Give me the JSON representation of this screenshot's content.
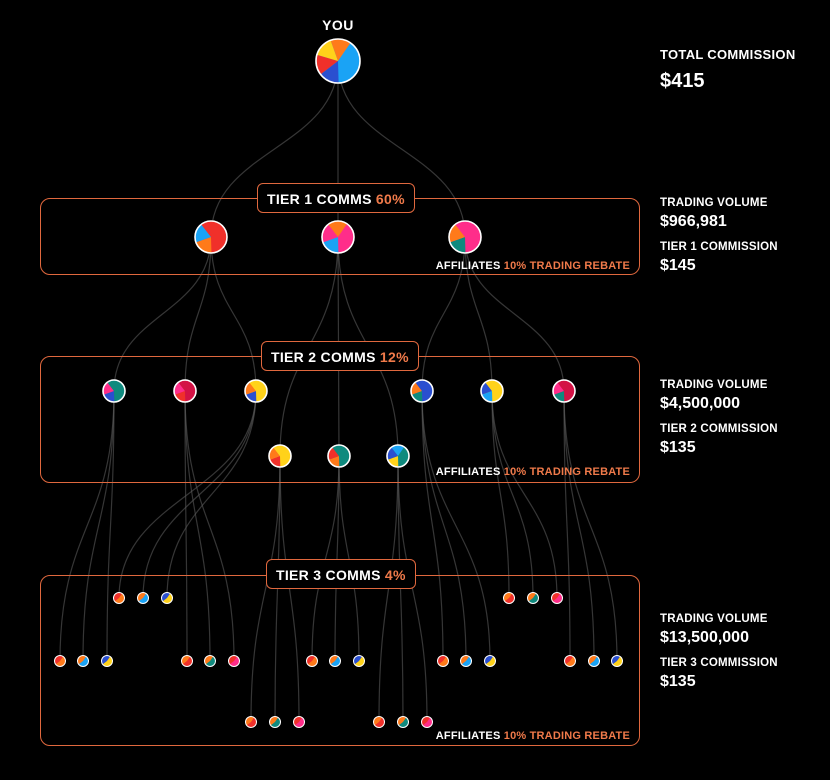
{
  "root_label": "YOU",
  "total": {
    "label": "TOTAL COMMISSION",
    "value": "$415"
  },
  "tiers": [
    {
      "title": "TIER 1 COMMS",
      "pct": "60%",
      "rebate_prefix": "AFFILIATES",
      "rebate_highlight": "10% TRADING REBATE",
      "volume_label": "TRADING VOLUME",
      "volume": "$966,981",
      "commission_label": "TIER 1 COMMISSION",
      "commission": "$145"
    },
    {
      "title": "TIER 2 COMMS",
      "pct": "12%",
      "rebate_prefix": "AFFILIATES",
      "rebate_highlight": "10% TRADING REBATE",
      "volume_label": "TRADING VOLUME",
      "volume": "$4,500,000",
      "commission_label": "TIER 2 COMMISSION",
      "commission": "$135"
    },
    {
      "title": "TIER 3 COMMS",
      "pct": "4%",
      "rebate_prefix": "AFFILIATES",
      "rebate_highlight": "10% TRADING REBATE",
      "volume_label": "TRADING VOLUME",
      "volume": "$13,500,000",
      "commission_label": "TIER 3 COMMISSION",
      "commission": "$135"
    }
  ],
  "palette": {
    "accent": "#e0683e",
    "red": "#f0302a",
    "blue": "#1aa3f5",
    "pink": "#ff2d8a",
    "orange": "#ff7a1a",
    "yellow": "#ffd21a",
    "teal": "#0f8a7e",
    "navy": "#2a4fd0",
    "crimson": "#d31245"
  }
}
